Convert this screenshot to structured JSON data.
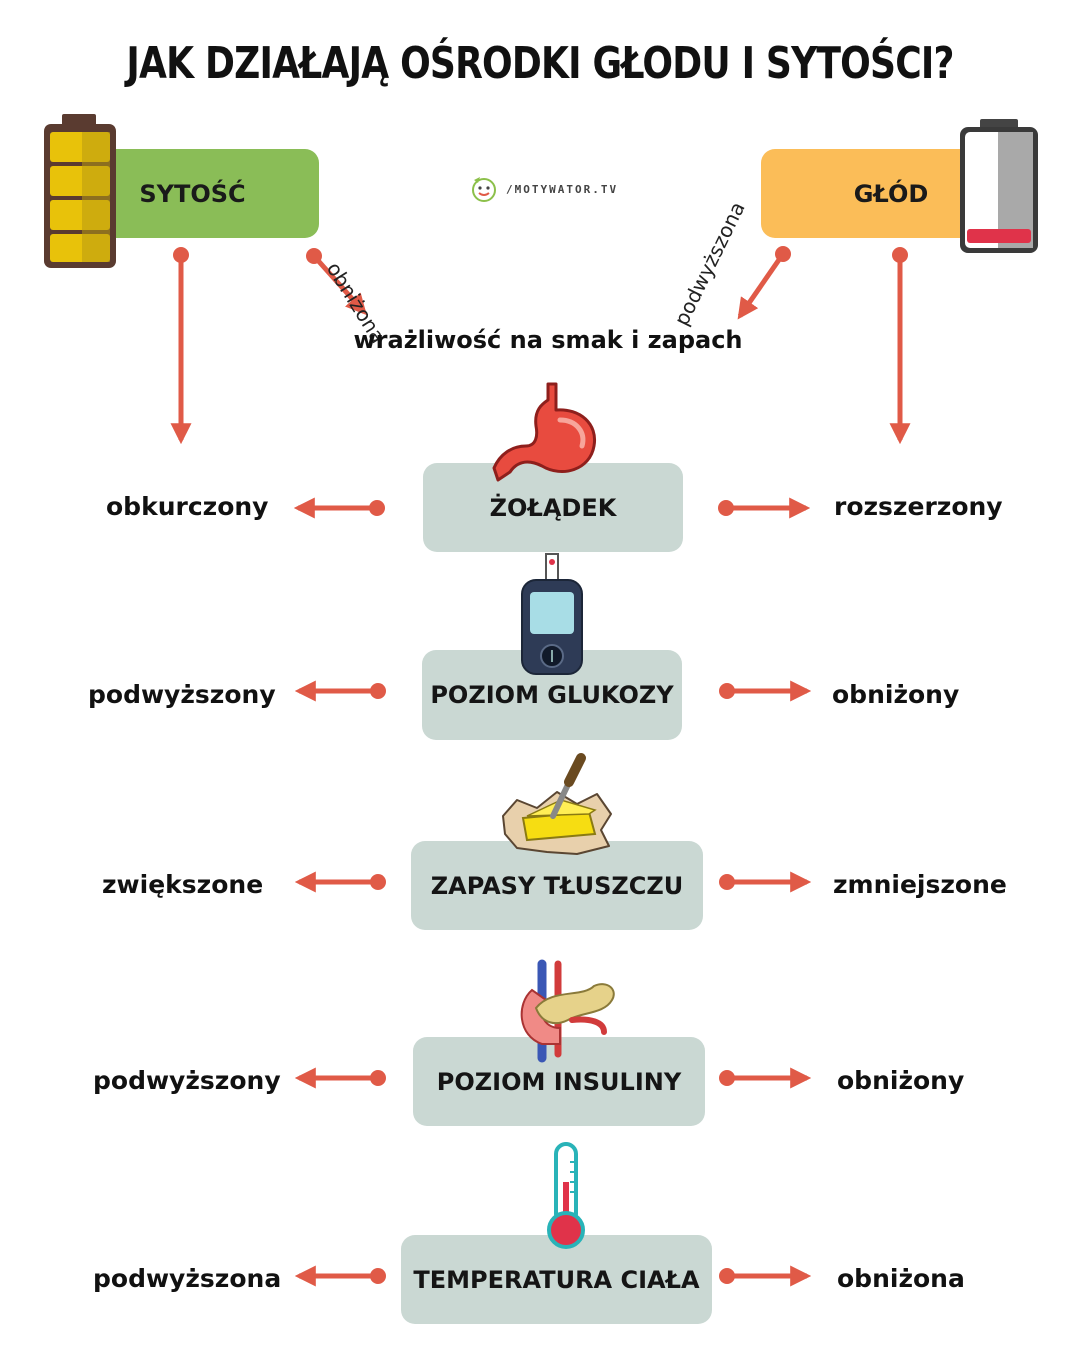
{
  "title": "JAK DZIAŁAJĄ OŚRODKI GŁODU I SYTOŚCI?",
  "satiety": {
    "label": "SYTOŚĆ",
    "color": "#8abd57"
  },
  "hunger": {
    "label": "GŁÓD",
    "color": "#fbbd58"
  },
  "logo": {
    "text": "/MOTYWATOR.TV"
  },
  "sensitivity": {
    "label": "wrażliwość na smak i zapach",
    "left_note": "obniżona",
    "right_note": "podwyższona"
  },
  "accent_color": "#e05a47",
  "box_color": "#cad8d3",
  "rows": [
    {
      "label": "ŻOŁĄDEK",
      "left": "obkurczony",
      "right": "rozszerzony",
      "icon": "stomach-icon"
    },
    {
      "label": "POZIOM GLUKOZY",
      "left": "podwyższony",
      "right": "obniżony",
      "icon": "glucometer-icon"
    },
    {
      "label": "ZAPASY TŁUSZCZU",
      "left": "zwiększone",
      "right": "zmniejszone",
      "icon": "butter-icon"
    },
    {
      "label": "POZIOM INSULINY",
      "left": "podwyższony",
      "right": "obniżony",
      "icon": "pancreas-icon"
    },
    {
      "label": "TEMPERATURA CIAŁA",
      "left": "podwyższona",
      "right": "obniżona",
      "icon": "thermometer-icon"
    }
  ]
}
